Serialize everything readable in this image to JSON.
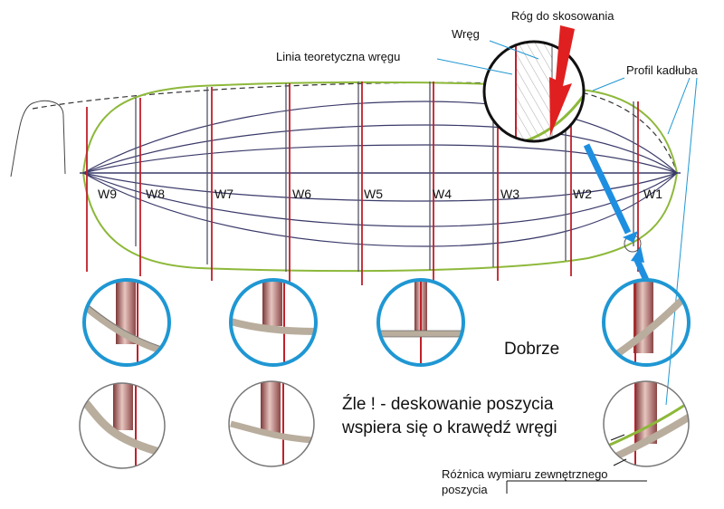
{
  "labels": {
    "wrege": "Wręg",
    "rog": "Róg do skosowania",
    "linia": "Linia teoretyczna wręgu",
    "profil": "Profil kadłuba",
    "dobrze": "Dobrze",
    "zle_line1": "Źle ! -  deskowanie poszycia",
    "zle_line2": "wspiera się o krawędź wręgi",
    "roznica_line1": "Różnica wymiaru zewnętrznego",
    "roznica_line2": "poszycia"
  },
  "frames": [
    "W9",
    "W8",
    "W7",
    "W6",
    "W5",
    "W4",
    "W3",
    "W2",
    "W1"
  ],
  "colors": {
    "hull_green": "#8db83a",
    "frame_red": "#c0202a",
    "frame_gray": "#555566",
    "waterline_blue": "#3a3a6a",
    "circle_blue": "#1f97d3",
    "arrow_blue": "#1e8fe0",
    "arrow_red": "#e02020",
    "plank": "#b9ad9d",
    "timber": "#a45c5c"
  },
  "icons": [
    "circle-detail-icon",
    "red-arrow-icon",
    "blue-arrow-icon"
  ]
}
